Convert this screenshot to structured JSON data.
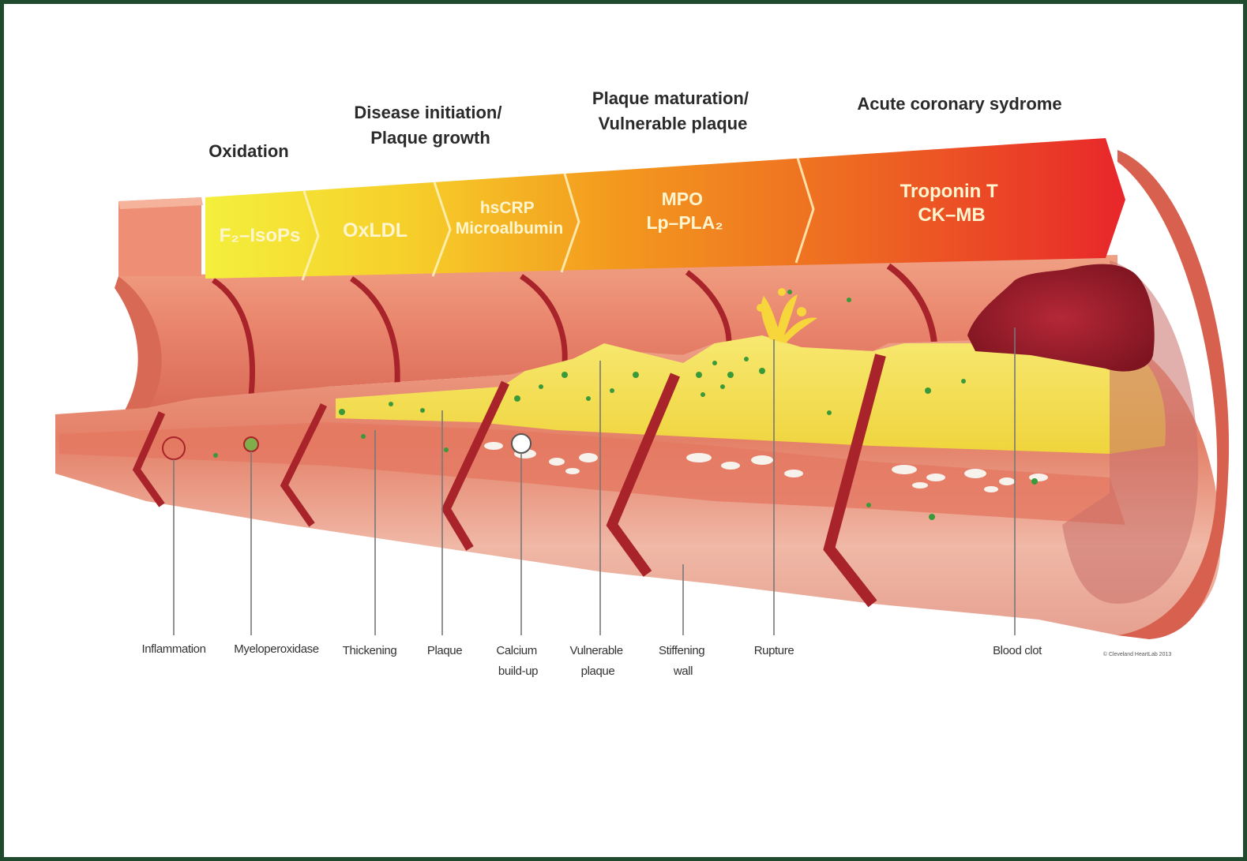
{
  "stages": [
    {
      "lines": [
        "Oxidation"
      ]
    },
    {
      "lines": [
        "Disease initiation/",
        "Plaque growth"
      ]
    },
    {
      "lines": [
        "Plaque maturation/",
        "Vulnerable plaque"
      ]
    },
    {
      "lines": [
        "Acute coronary sydrome"
      ]
    }
  ],
  "markers": [
    {
      "lines": [
        "F₂–IsoPs"
      ]
    },
    {
      "lines": [
        "OxLDL"
      ]
    },
    {
      "lines": [
        "hsCRP",
        "Microalbumin"
      ]
    },
    {
      "lines": [
        "MPO",
        "Lp–PLA₂"
      ]
    },
    {
      "lines": [
        "Troponin T",
        "CK–MB"
      ]
    }
  ],
  "labels": [
    {
      "lines": [
        "Inflammation"
      ]
    },
    {
      "lines": [
        "Myeloperoxidase"
      ]
    },
    {
      "lines": [
        "Thickening"
      ]
    },
    {
      "lines": [
        "Plaque"
      ]
    },
    {
      "lines": [
        "Calcium",
        "build-up"
      ]
    },
    {
      "lines": [
        "Vulnerable",
        "plaque"
      ]
    },
    {
      "lines": [
        "Stiffening",
        "wall"
      ]
    },
    {
      "lines": [
        "Rupture"
      ]
    },
    {
      "lines": [
        "Blood clot"
      ]
    }
  ],
  "credit": "© Cleveland HeartLab 2013",
  "colors": {
    "frame": "#1f4a2e",
    "vessel_wall": "#e8826a",
    "vessel_dark": "#a8242a",
    "plaque": "#f2dc4e",
    "clot": "#a01e2a",
    "arrow_start": "#f4ef3c",
    "arrow_end": "#e8262a"
  }
}
